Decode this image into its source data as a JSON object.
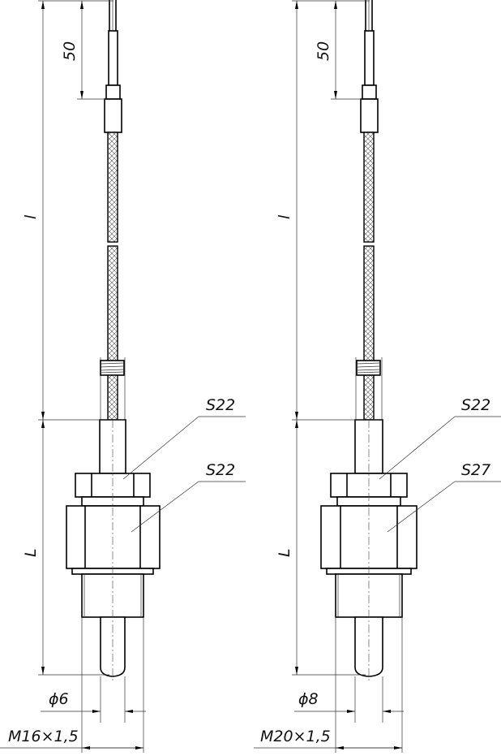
{
  "views": [
    {
      "dim_top": "50",
      "dim_cable_length": "l",
      "dim_probe_length": "L",
      "hex_nut_size": "S22",
      "hex_body_size": "S22",
      "probe_diameter": "ϕ6",
      "thread": "M16×1,5"
    },
    {
      "dim_top": "50",
      "dim_cable_length": "l",
      "dim_probe_length": "L",
      "hex_nut_size": "S22",
      "hex_body_size": "S27",
      "probe_diameter": "ϕ8",
      "thread": "M20×1,5"
    }
  ]
}
